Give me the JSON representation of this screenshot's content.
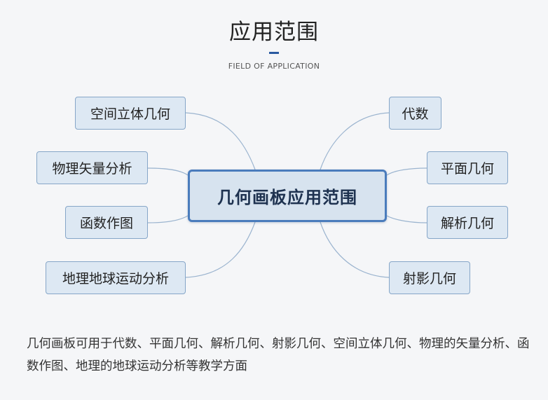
{
  "header": {
    "title": "应用范围",
    "subtitle": "FIELD OF APPLICATION"
  },
  "mindmap": {
    "center": "几何画板应用范围",
    "left_branches": [
      "空间立体几何",
      "物理矢量分析",
      "函数作图",
      "地理地球运动分析"
    ],
    "right_branches": [
      "代数",
      "平面几何",
      "解析几何",
      "射影几何"
    ],
    "connector_color": "#9bb4cf"
  },
  "description": "几何画板可用于代数、平面几何、解析几何、射影几何、空间立体几何、物理的矢量分析、函数作图、地理的地球运动分析等教学方面"
}
